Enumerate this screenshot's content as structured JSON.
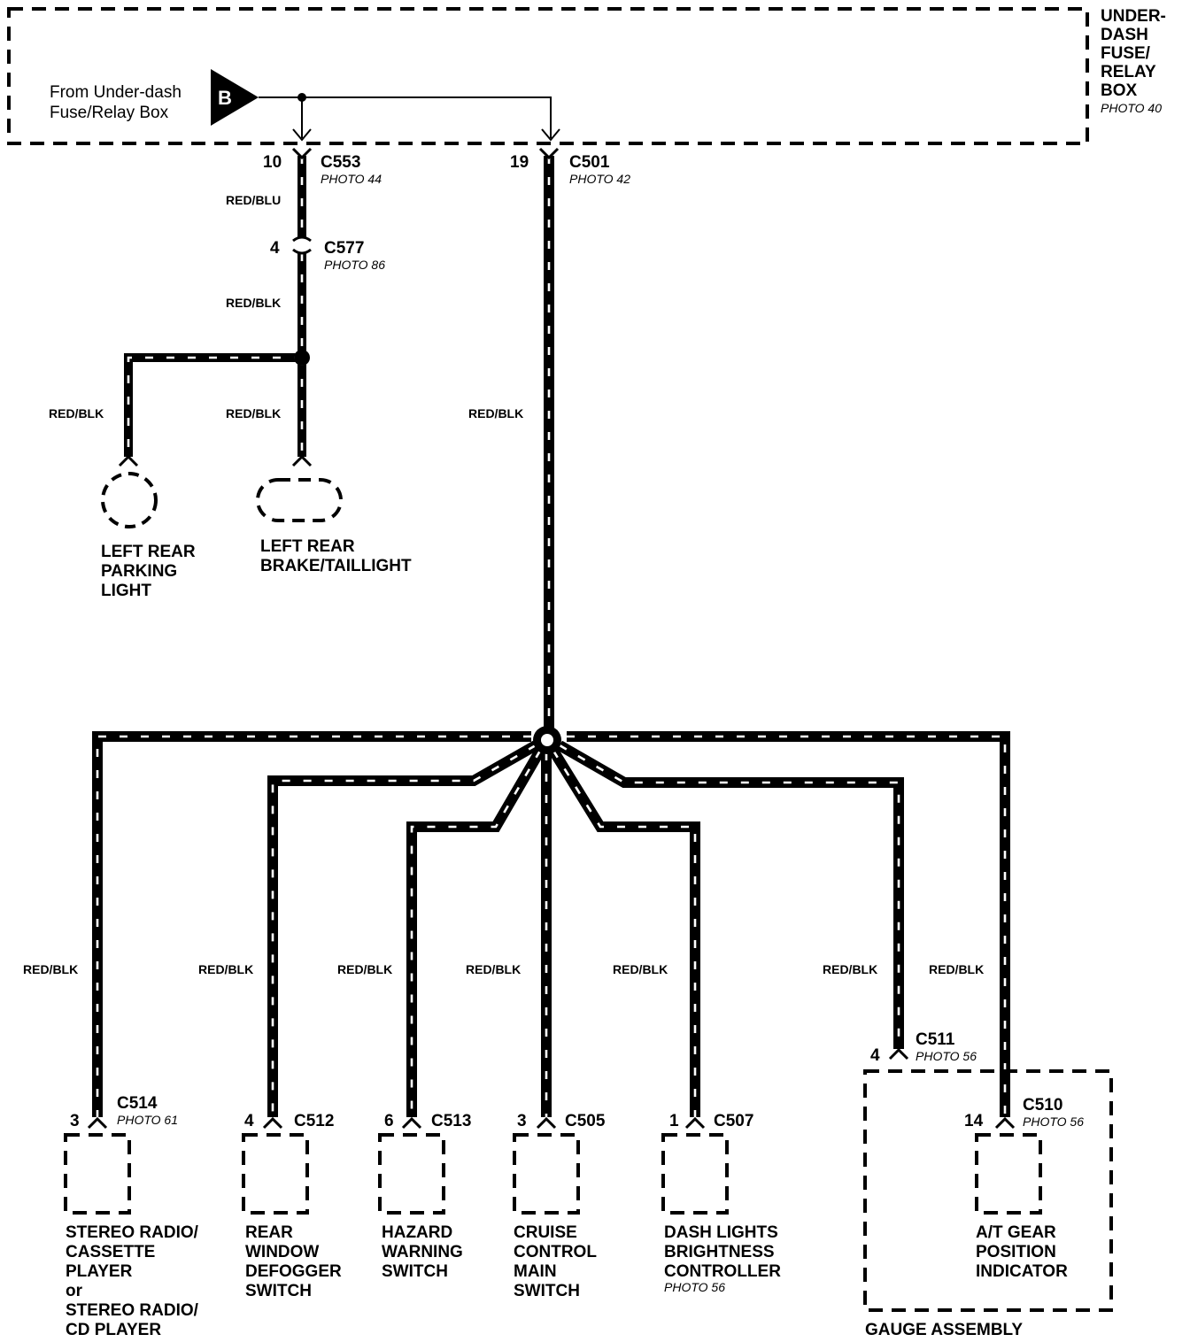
{
  "fuse_box": {
    "title_lines": [
      "UNDER-",
      "DASH",
      "FUSE/",
      "RELAY",
      "BOX"
    ],
    "photo": "PHOTO 40",
    "source_lines": [
      "From Under-dash",
      "Fuse/Relay Box"
    ],
    "source_letter": "B"
  },
  "connectors": {
    "c553": {
      "pin": "10",
      "name": "C553",
      "photo": "PHOTO 44"
    },
    "c501": {
      "pin": "19",
      "name": "C501",
      "photo": "PHOTO 42"
    },
    "c577": {
      "pin": "4",
      "name": "C577",
      "photo": "PHOTO 86"
    },
    "c514": {
      "pin": "3",
      "name": "C514",
      "photo": "PHOTO 61"
    },
    "c512": {
      "pin": "4",
      "name": "C512"
    },
    "c513": {
      "pin": "6",
      "name": "C513"
    },
    "c505": {
      "pin": "3",
      "name": "C505"
    },
    "c507": {
      "pin": "1",
      "name": "C507"
    },
    "c511": {
      "pin": "4",
      "name": "C511",
      "photo": "PHOTO 56"
    },
    "c510": {
      "pin": "14",
      "name": "C510",
      "photo": "PHOTO 56"
    }
  },
  "wires": {
    "red_blu": "RED/BLU",
    "red_blk": "RED/BLK"
  },
  "components": {
    "left_rear_parking": [
      "LEFT REAR",
      "PARKING",
      "LIGHT"
    ],
    "left_rear_brake": [
      "LEFT REAR",
      "BRAKE/TAILLIGHT"
    ],
    "stereo": [
      "STEREO RADIO/",
      "CASSETTE",
      "PLAYER",
      "or",
      "STEREO RADIO/",
      "CD PLAYER"
    ],
    "defogger": [
      "REAR",
      "WINDOW",
      "DEFOGGER",
      "SWITCH"
    ],
    "hazard": [
      "HAZARD",
      "WARNING",
      "SWITCH"
    ],
    "cruise": [
      "CRUISE",
      "CONTROL",
      "MAIN",
      "SWITCH"
    ],
    "dash_lights": [
      "DASH LIGHTS",
      "BRIGHTNESS",
      "CONTROLLER"
    ],
    "dash_lights_photo": "PHOTO 56",
    "gear_indicator": [
      "A/T GEAR",
      "POSITION",
      "INDICATOR"
    ],
    "gauge_assembly": "GAUGE ASSEMBLY"
  }
}
